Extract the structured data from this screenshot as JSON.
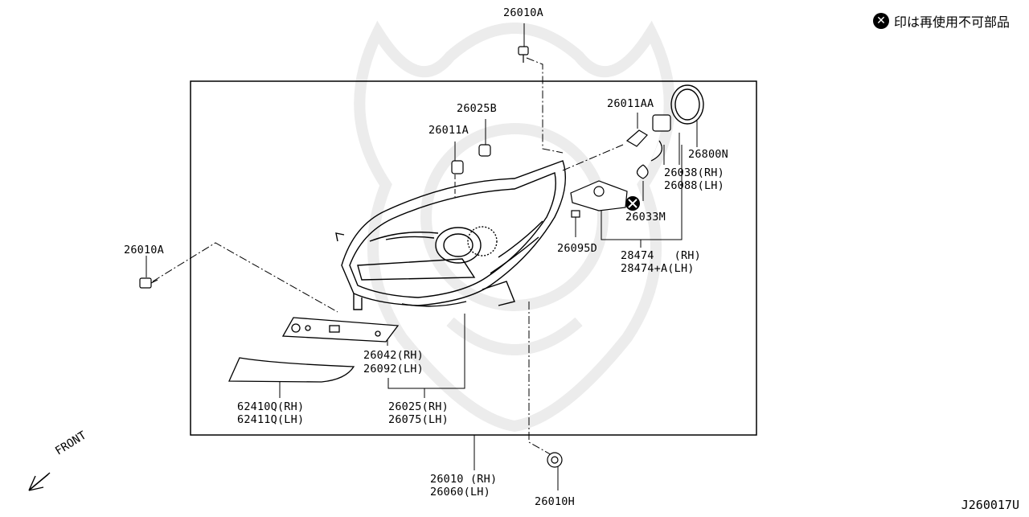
{
  "note": {
    "symbol": "x-circle-icon",
    "text": "印は再使用不可部品"
  },
  "diagram_code": "J260017U",
  "front_label": "FRONT",
  "parts": {
    "p26010A_top": "26010A",
    "p26010A_left": "26010A",
    "p26025B": "26025B",
    "p26011A": "26011A",
    "p26011AA": "26011AA",
    "p26800N": "26800N",
    "p26038": "26038(RH)",
    "p26088": "26088(LH)",
    "p26033M": "26033M",
    "p26095D": "26095D",
    "p28474": "28474   (RH)",
    "p28474A": "28474+A(LH)",
    "p26042": "26042(RH)",
    "p26092": "26092(LH)",
    "p62410Q": "62410Q(RH)",
    "p62411Q": "62411Q(LH)",
    "p26025": "26025(RH)",
    "p26075": "26075(LH)",
    "p26010": "26010 (RH)",
    "p26060": "26060(LH)",
    "p26010H": "26010H"
  },
  "colors": {
    "ink": "#000000",
    "watermark": "#ececec"
  }
}
